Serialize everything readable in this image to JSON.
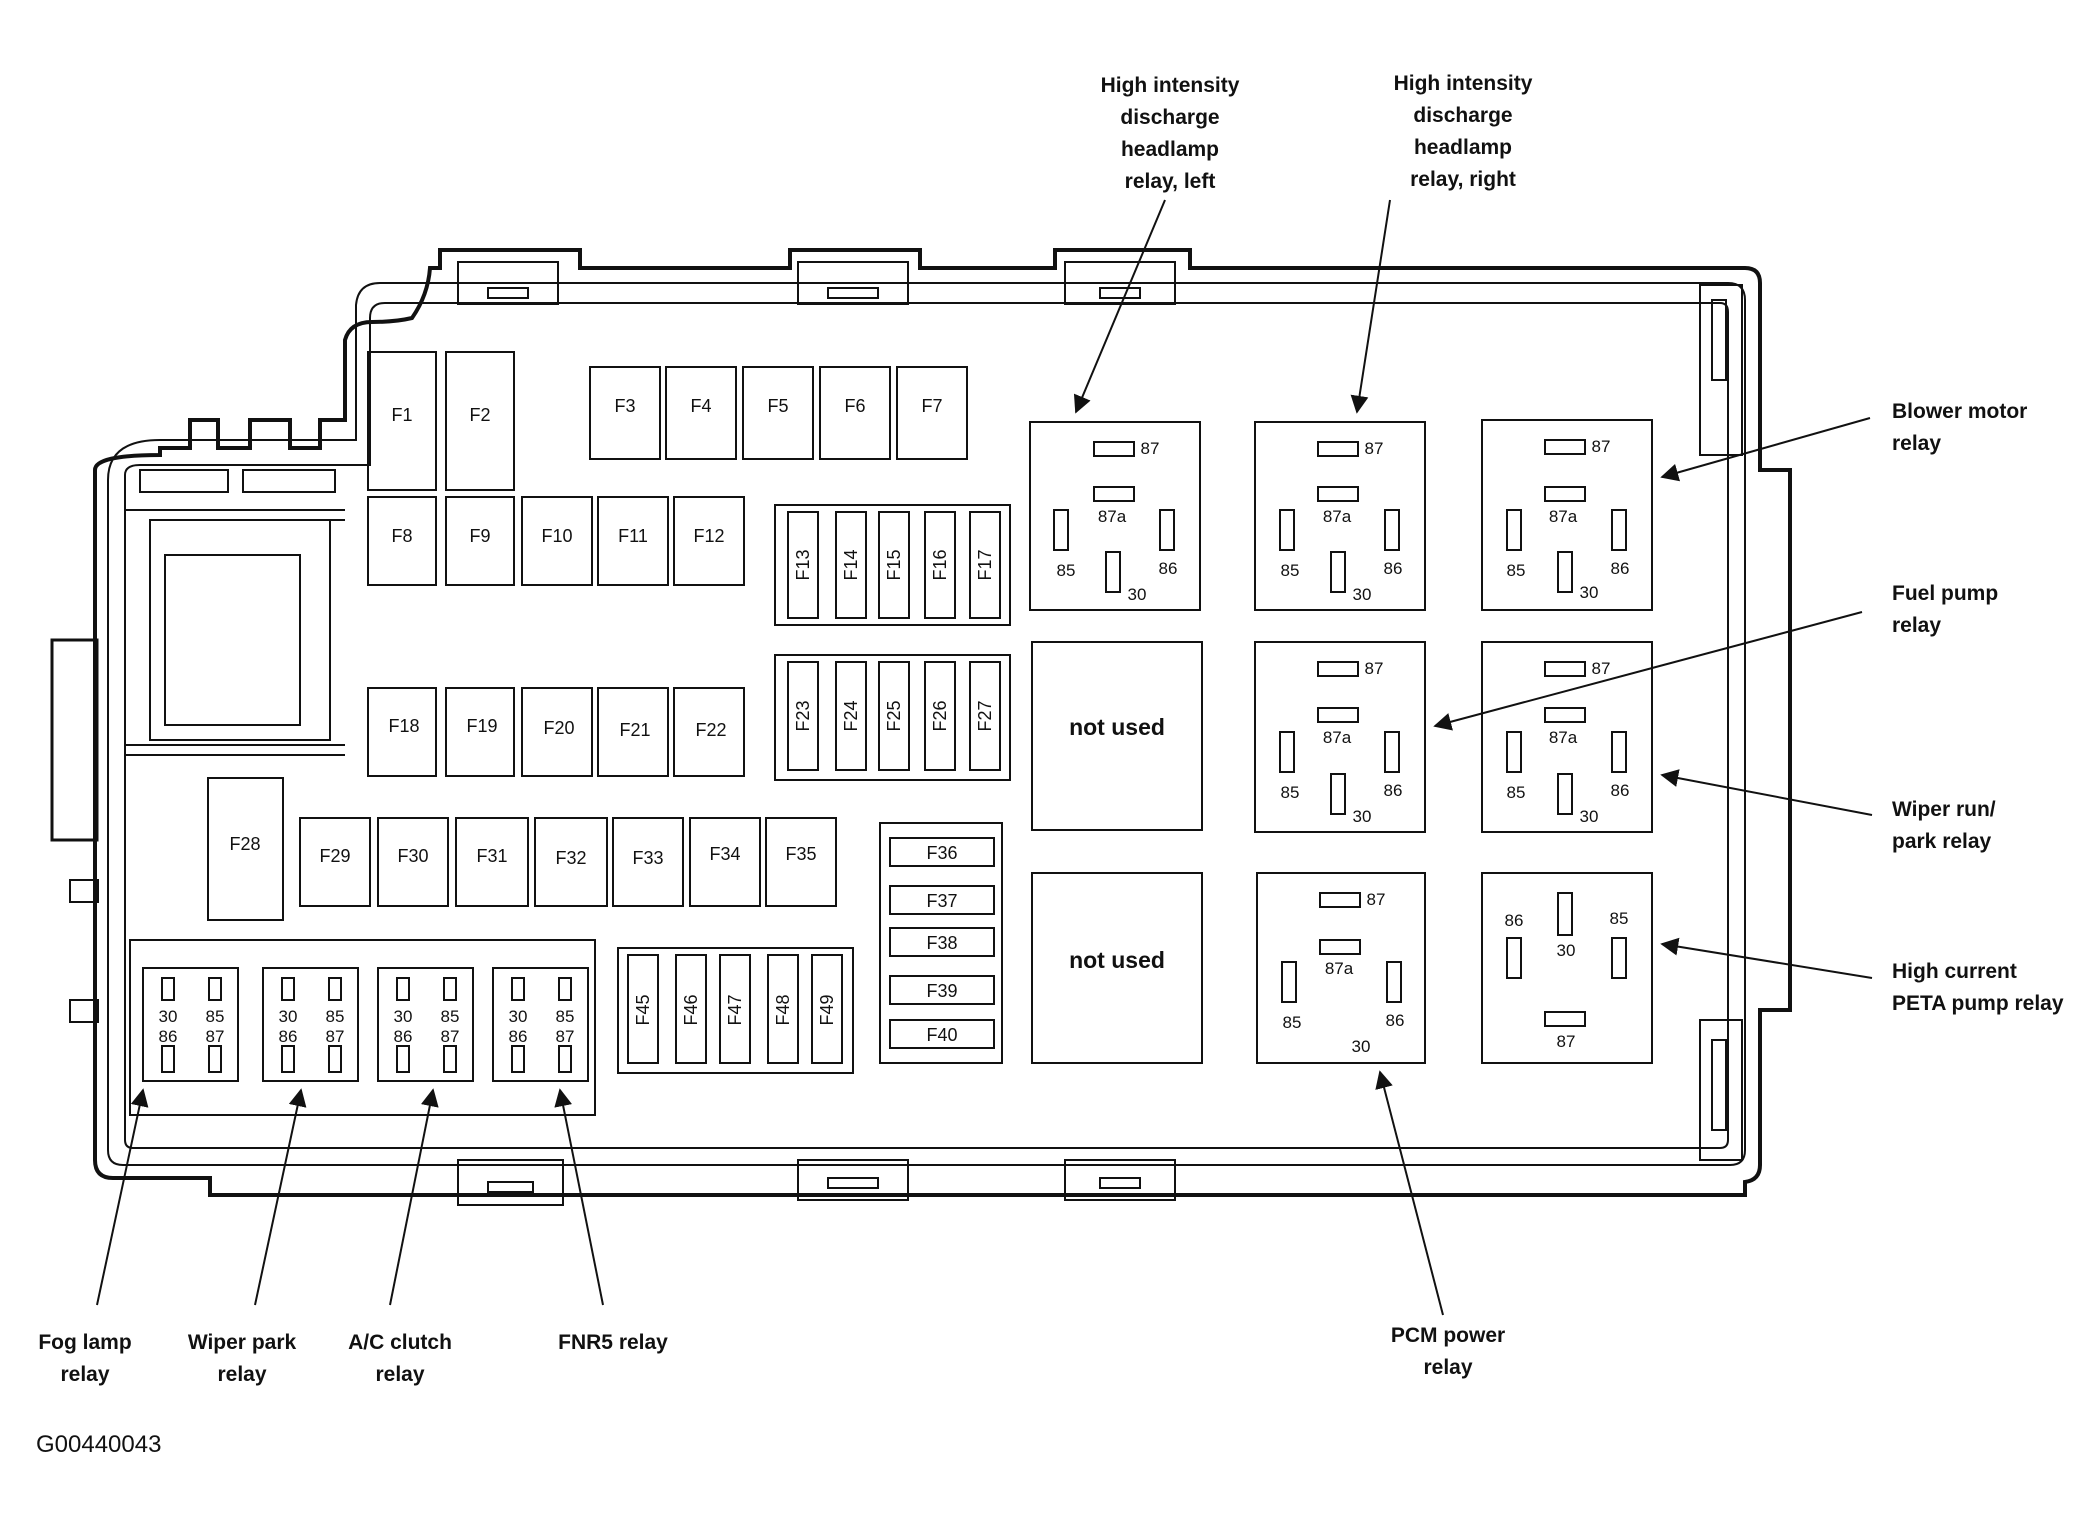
{
  "figure_code": "G00440043",
  "not_used_label": "not used",
  "fuses": {
    "f1_7": [
      "F1",
      "F2",
      "F3",
      "F4",
      "F5",
      "F6",
      "F7"
    ],
    "f8_12": [
      "F8",
      "F9",
      "F10",
      "F11",
      "F12"
    ],
    "f13_17": [
      "F13",
      "F14",
      "F15",
      "F16",
      "F17"
    ],
    "f18_22": [
      "F18",
      "F19",
      "F20",
      "F21",
      "F22"
    ],
    "f23_27": [
      "F23",
      "F24",
      "F25",
      "F26",
      "F27"
    ],
    "f28": "F28",
    "f29_35": [
      "F29",
      "F30",
      "F31",
      "F32",
      "F33",
      "F34",
      "F35"
    ],
    "f36_40": [
      "F36",
      "F37",
      "F38",
      "F39",
      "F40"
    ],
    "f45_49": [
      "F45",
      "F46",
      "F47",
      "F48",
      "F49"
    ]
  },
  "pins": {
    "p87": "87",
    "p87a": "87a",
    "p85": "85",
    "p86": "86",
    "p30": "30"
  },
  "callouts": {
    "hid_left": [
      "High intensity",
      "discharge",
      "headlamp",
      "relay, left"
    ],
    "hid_right": [
      "High intensity",
      "discharge",
      "headlamp",
      "relay, right"
    ],
    "blower": [
      "Blower motor",
      "relay"
    ],
    "fuel_pump": [
      "Fuel pump",
      "relay"
    ],
    "wiper_run": [
      "Wiper run/",
      "park relay"
    ],
    "peta": [
      "High current",
      "PETA pump relay"
    ],
    "pcm": [
      "PCM power",
      "relay"
    ],
    "fog": [
      "Fog lamp",
      "relay"
    ],
    "wiper_park": [
      "Wiper park",
      "relay"
    ],
    "ac_clutch": [
      "A/C clutch",
      "relay"
    ],
    "fnr5": [
      "FNR5 relay"
    ]
  }
}
